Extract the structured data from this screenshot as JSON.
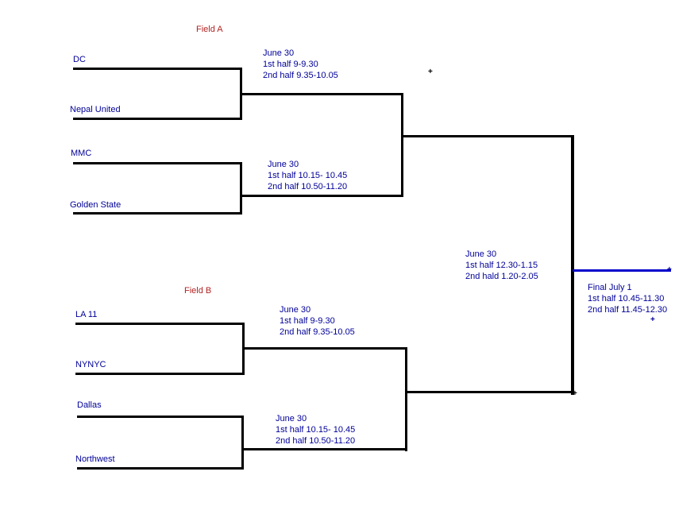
{
  "title": "Tournament bracket",
  "colors": {
    "line": "#000000",
    "team_text": "#000099",
    "field_label": "#b22222",
    "final_line": "#0000cc",
    "background": "#ffffff"
  },
  "field_a": {
    "label": "Field A",
    "match1": {
      "team_top": "DC",
      "team_bottom": "Nepal United",
      "schedule": [
        "June 30",
        "1st half 9-9.30",
        "2nd half 9.35-10.05"
      ]
    },
    "match2": {
      "team_top": "MMC",
      "team_bottom": "Golden State",
      "schedule": [
        "June 30",
        "1st half 10.15- 10.45",
        "2nd half 10.50-11.20"
      ]
    },
    "semifinal_schedule": [
      "June 30",
      "1st half 12.30-1.15",
      "2nd hald 1.20-2.05"
    ]
  },
  "field_b": {
    "label": "Field B",
    "match1": {
      "team_top": "LA 11",
      "team_bottom": "NYNYC",
      "schedule": [
        "June 30",
        "1st half 9-9.30",
        "2nd half 9.35-10.05"
      ]
    },
    "match2": {
      "team_top": "Dallas",
      "team_bottom": "Northwest",
      "schedule": [
        "June 30",
        "1st half 10.15- 10.45",
        "2nd half 10.50-11.20"
      ]
    }
  },
  "final": {
    "schedule": [
      "Final July 1",
      "1st half 10.45-11.30",
      "2nd half 11.45-12.30"
    ]
  },
  "marks": {
    "plus": "+"
  }
}
